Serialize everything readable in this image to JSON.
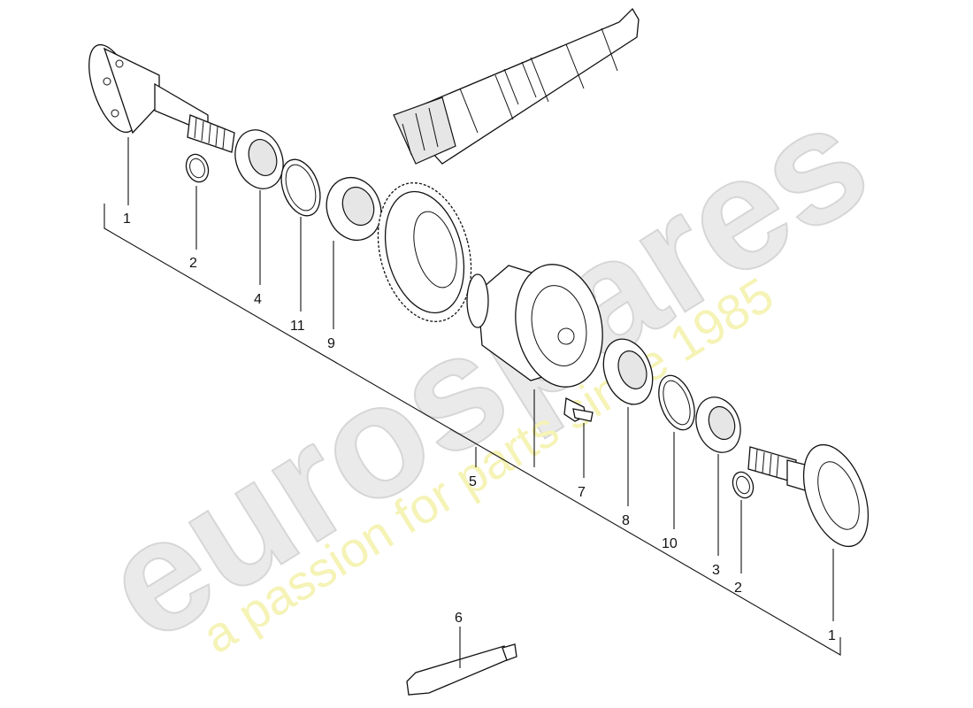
{
  "watermark": {
    "brand": "eurospares",
    "tagline": "a passion for parts since 1985"
  },
  "callouts": [
    {
      "id": "c1a",
      "label": "1"
    },
    {
      "id": "c2a",
      "label": "2"
    },
    {
      "id": "c4",
      "label": "4"
    },
    {
      "id": "c11",
      "label": "11"
    },
    {
      "id": "c9",
      "label": "9"
    },
    {
      "id": "c5",
      "label": "5"
    },
    {
      "id": "c7",
      "label": "7"
    },
    {
      "id": "c8",
      "label": "8"
    },
    {
      "id": "c10",
      "label": "10"
    },
    {
      "id": "c3",
      "label": "3"
    },
    {
      "id": "c2b",
      "label": "2"
    },
    {
      "id": "c1b",
      "label": "1"
    },
    {
      "id": "c6",
      "label": "6"
    }
  ]
}
